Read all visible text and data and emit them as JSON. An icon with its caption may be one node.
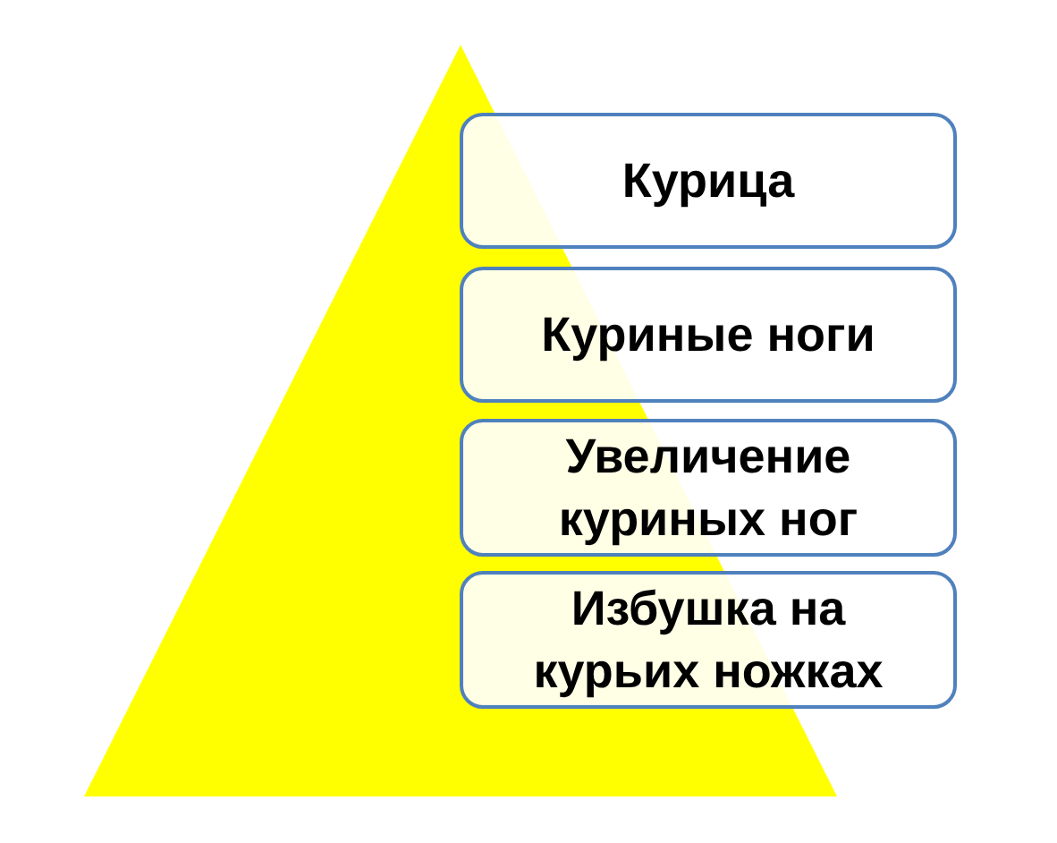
{
  "diagram": {
    "nodes": [
      {
        "text": [],
        "shape": "triangle"
      },
      {
        "text": [
          "Курица"
        ]
      },
      {
        "text": [
          "Куриные ноги"
        ]
      },
      {
        "text": [
          "Увеличение куриных ног"
        ]
      },
      {
        "text": [
          "Избушка на курьих ножках"
        ]
      }
    ]
  }
}
